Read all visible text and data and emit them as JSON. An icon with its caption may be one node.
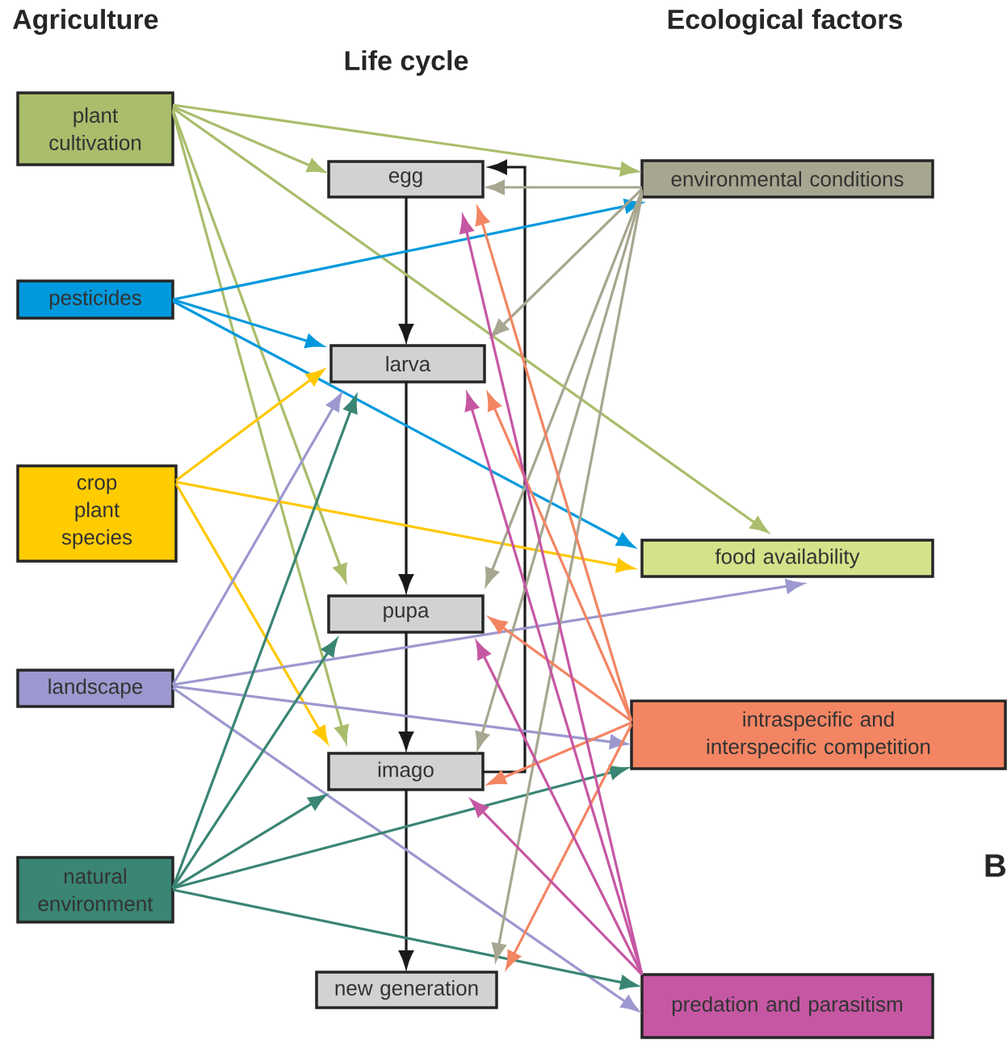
{
  "diagram": {
    "nodes": [
      {
        "text": [
          "plant cultivation"
        ]
      },
      {
        "text": [
          "pesticides"
        ]
      },
      {
        "text": [
          "crop plant species"
        ]
      },
      {
        "text": [
          "landscape"
        ]
      },
      {
        "text": [
          "natural environment"
        ]
      },
      {
        "text": [
          "egg"
        ]
      },
      {
        "text": [
          "larva"
        ]
      },
      {
        "text": [
          "pupa"
        ]
      },
      {
        "text": [
          "imago"
        ]
      },
      {
        "text": [
          "new generation"
        ]
      },
      {
        "text": [
          "environmental conditions"
        ]
      },
      {
        "text": [
          "food availability"
        ]
      },
      {
        "text": [
          "intraspecific and interspecific competition"
        ]
      },
      {
        "text": [
          "predation and parasitism"
        ]
      }
    ],
    "edges": [
      {
        "from": 5,
        "to": 6,
        "arrow": "to"
      },
      {
        "from": 6,
        "to": 7,
        "arrow": "to"
      },
      {
        "from": 7,
        "to": 8,
        "arrow": "to"
      },
      {
        "from": 8,
        "to": 9,
        "arrow": "to"
      },
      {
        "from": 8,
        "to": 5,
        "arrow": "to"
      },
      {
        "from": 0,
        "to": 10,
        "arrow": "to",
        "color": "#a9bd6b"
      },
      {
        "from": 0,
        "to": 5,
        "arrow": "to",
        "color": "#a9bd6b"
      },
      {
        "from": 0,
        "to": 11,
        "arrow": "to",
        "color": "#a9bd6b"
      },
      {
        "from": 0,
        "to": 7,
        "arrow": "to",
        "color": "#a9bd6b"
      },
      {
        "from": 0,
        "to": 8,
        "arrow": "to",
        "color": "#a9bd6b"
      },
      {
        "from": 1,
        "to": 10,
        "arrow": "to",
        "color": "#0099dd"
      },
      {
        "from": 1,
        "to": 6,
        "arrow": "to",
        "color": "#0099dd"
      },
      {
        "from": 1,
        "to": 11,
        "arrow": "to",
        "color": "#0099dd"
      },
      {
        "from": 2,
        "to": 6,
        "arrow": "to",
        "color": "#ffc800"
      },
      {
        "from": 2,
        "to": 11,
        "arrow": "to",
        "color": "#ffc800"
      },
      {
        "from": 2,
        "to": 8,
        "arrow": "to",
        "color": "#ffc800"
      },
      {
        "from": 3,
        "to": 6,
        "arrow": "to",
        "color": "#9c98cf"
      },
      {
        "from": 3,
        "to": 11,
        "arrow": "to",
        "color": "#9c98cf"
      },
      {
        "from": 3,
        "to": 12,
        "arrow": "to",
        "color": "#9c98cf"
      },
      {
        "from": 3,
        "to": 13,
        "arrow": "to",
        "color": "#9c98cf"
      },
      {
        "from": 4,
        "to": 6,
        "arrow": "to",
        "color": "#3a8574"
      },
      {
        "from": 4,
        "to": 7,
        "arrow": "to",
        "color": "#3a8574"
      },
      {
        "from": 4,
        "to": 8,
        "arrow": "to",
        "color": "#3a8574"
      },
      {
        "from": 4,
        "to": 12,
        "arrow": "to",
        "color": "#3a8574"
      },
      {
        "from": 4,
        "to": 13,
        "arrow": "to",
        "color": "#3a8574"
      },
      {
        "from": 10,
        "to": 5,
        "arrow": "to",
        "color": "#a7a690"
      },
      {
        "from": 10,
        "to": 6,
        "arrow": "to",
        "color": "#a7a690"
      },
      {
        "from": 10,
        "to": 7,
        "arrow": "to",
        "color": "#a7a690"
      },
      {
        "from": 10,
        "to": 8,
        "arrow": "to",
        "color": "#a7a690"
      },
      {
        "from": 10,
        "to": 9,
        "arrow": "to",
        "color": "#a7a690"
      },
      {
        "from": 12,
        "to": 5,
        "arrow": "to",
        "color": "#f38563"
      },
      {
        "from": 12,
        "to": 6,
        "arrow": "to",
        "color": "#f38563"
      },
      {
        "from": 12,
        "to": 7,
        "arrow": "to",
        "color": "#f38563"
      },
      {
        "from": 12,
        "to": 8,
        "arrow": "to",
        "color": "#f38563"
      },
      {
        "from": 12,
        "to": 9,
        "arrow": "to",
        "color": "#f38563"
      },
      {
        "from": 13,
        "to": 5,
        "arrow": "to",
        "color": "#c657a3"
      },
      {
        "from": 13,
        "to": 6,
        "arrow": "to",
        "color": "#c657a3"
      },
      {
        "from": 13,
        "to": 7,
        "arrow": "to",
        "color": "#c657a3"
      },
      {
        "from": 13,
        "to": 8,
        "arrow": "to",
        "color": "#c657a3"
      }
    ],
    "labels": [
      "Agriculture",
      "Ecological factors",
      "Life cycle",
      "B"
    ]
  }
}
